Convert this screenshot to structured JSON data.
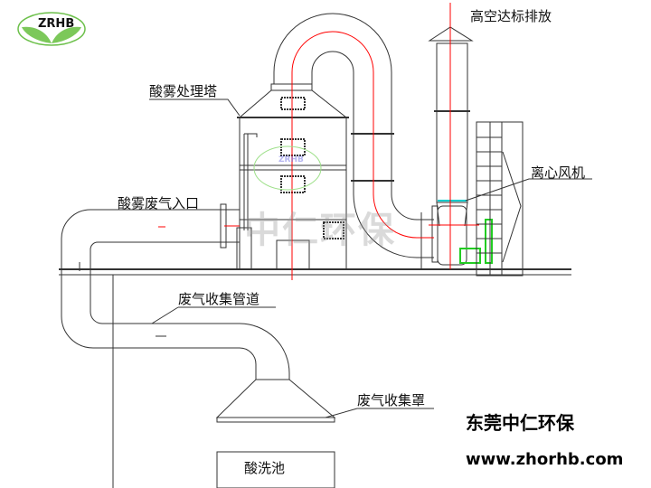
{
  "logo": {
    "text": "ZRHB"
  },
  "watermark": {
    "text": "中仁环保",
    "logo_text": "ZRHB"
  },
  "labels": {
    "exhaust": "高空达标排放",
    "tower": "酸雾处理塔",
    "fan": "离心风机",
    "inlet": "酸雾废气入口",
    "pipe": "废气收集管道",
    "hood": "废气收集罩",
    "pool": "酸洗池"
  },
  "company": {
    "name": "东莞中仁环保",
    "url": "www.zhorhb.com"
  },
  "colors": {
    "centerline": "#ff0000",
    "logo_green": "#6cc04a",
    "fan_motor": "#22cc22",
    "line": "#333333"
  }
}
